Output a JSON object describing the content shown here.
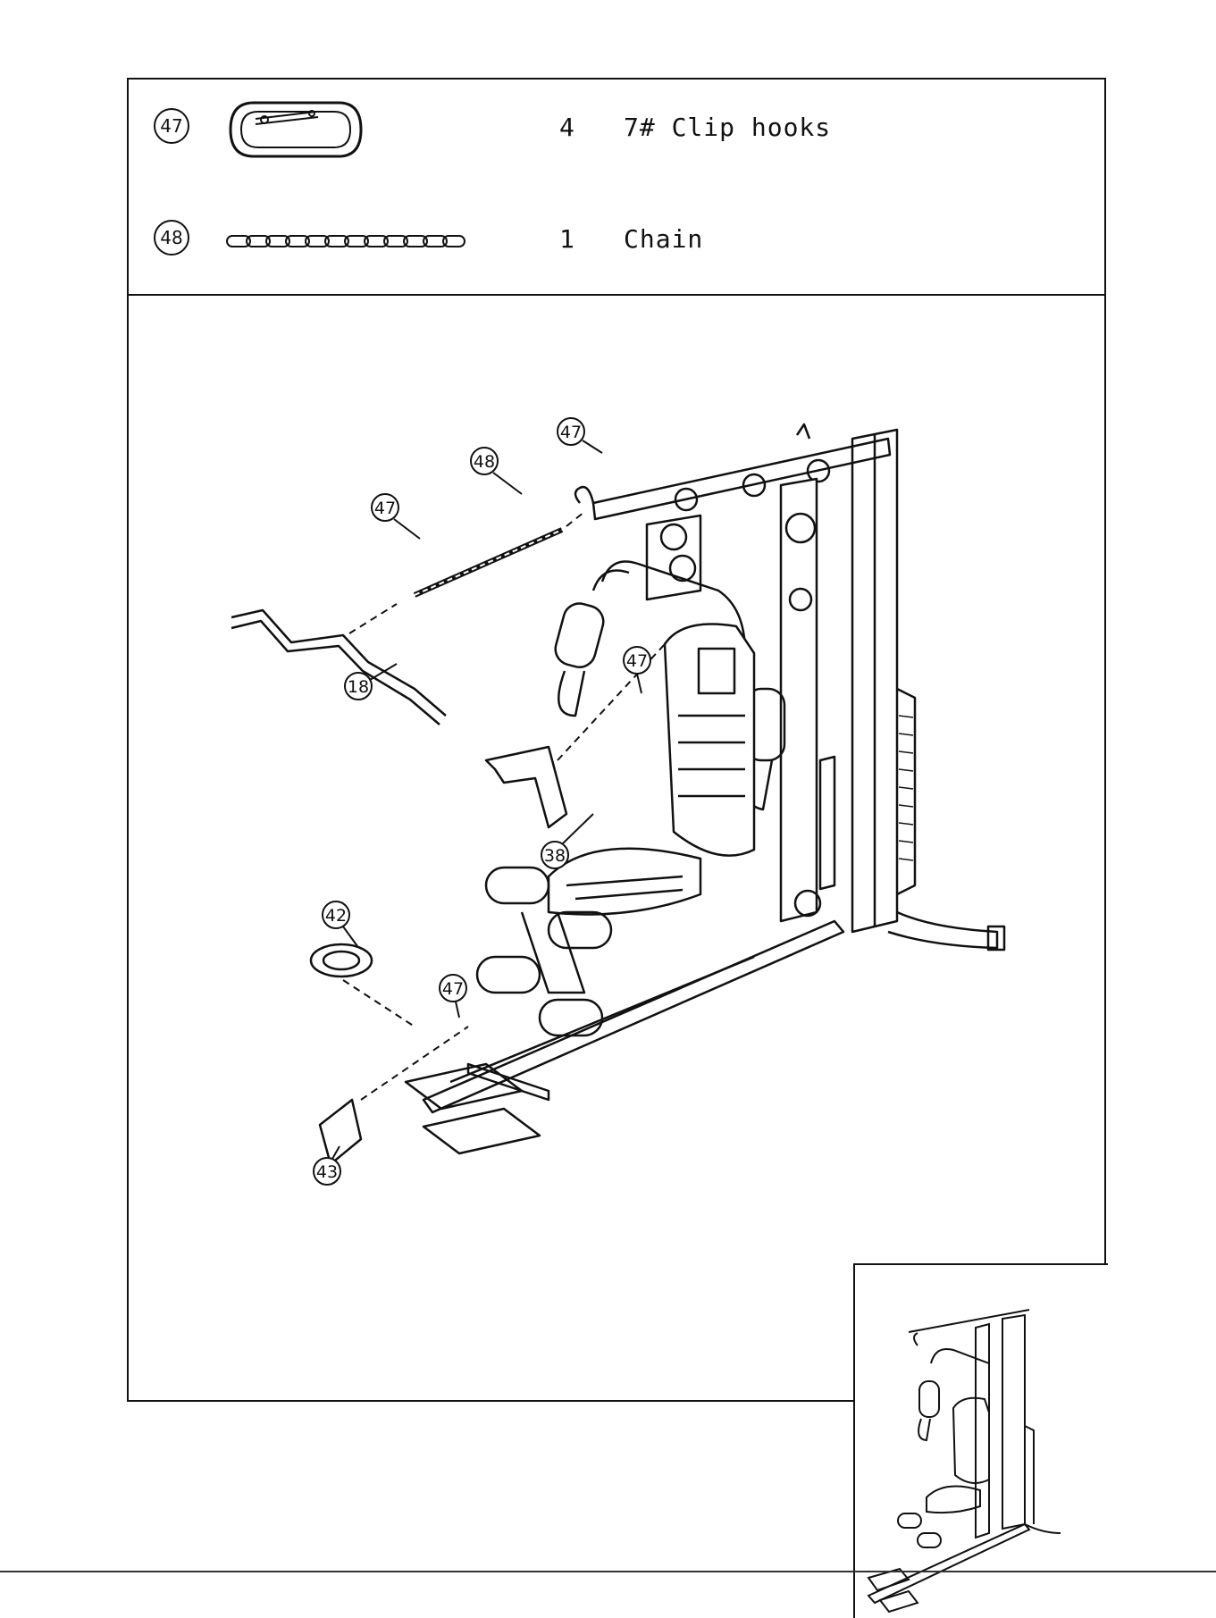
{
  "parts": [
    {
      "number": "47",
      "icon": "clip-hook-icon",
      "quantity": "4",
      "description": "7# Clip hooks"
    },
    {
      "number": "48",
      "icon": "chain-icon",
      "quantity": "1",
      "description": "Chain"
    }
  ],
  "callouts": {
    "c47a": "47",
    "c48": "48",
    "c47b": "47",
    "c18": "18",
    "c47c": "47",
    "c38": "38",
    "c42": "42",
    "c47d": "47",
    "c43": "43"
  }
}
